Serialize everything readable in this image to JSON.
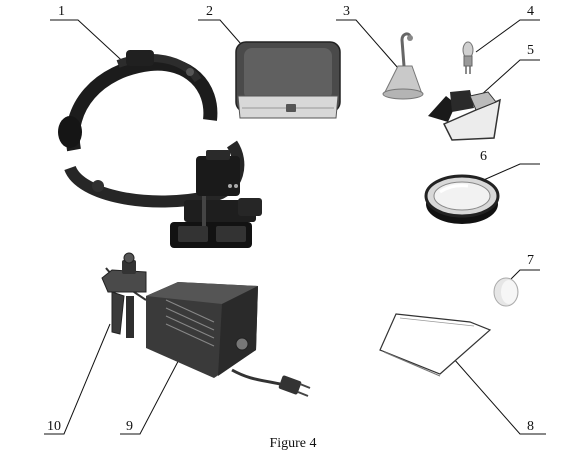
{
  "figure": {
    "caption": "Figure 4",
    "callouts": {
      "c1": "1",
      "c2": "2",
      "c3": "3",
      "c4": "4",
      "c5": "5",
      "c6": "6",
      "c7": "7",
      "c8": "8",
      "c9": "9",
      "c10": "10"
    },
    "parts": [
      "headband-ophthalmoscope",
      "storage-case",
      "bulb-holder",
      "small-bulb",
      "filter-clip",
      "round-lens",
      "round-disc",
      "cleaning-cloth",
      "power-adapter",
      "wall-bracket"
    ]
  }
}
